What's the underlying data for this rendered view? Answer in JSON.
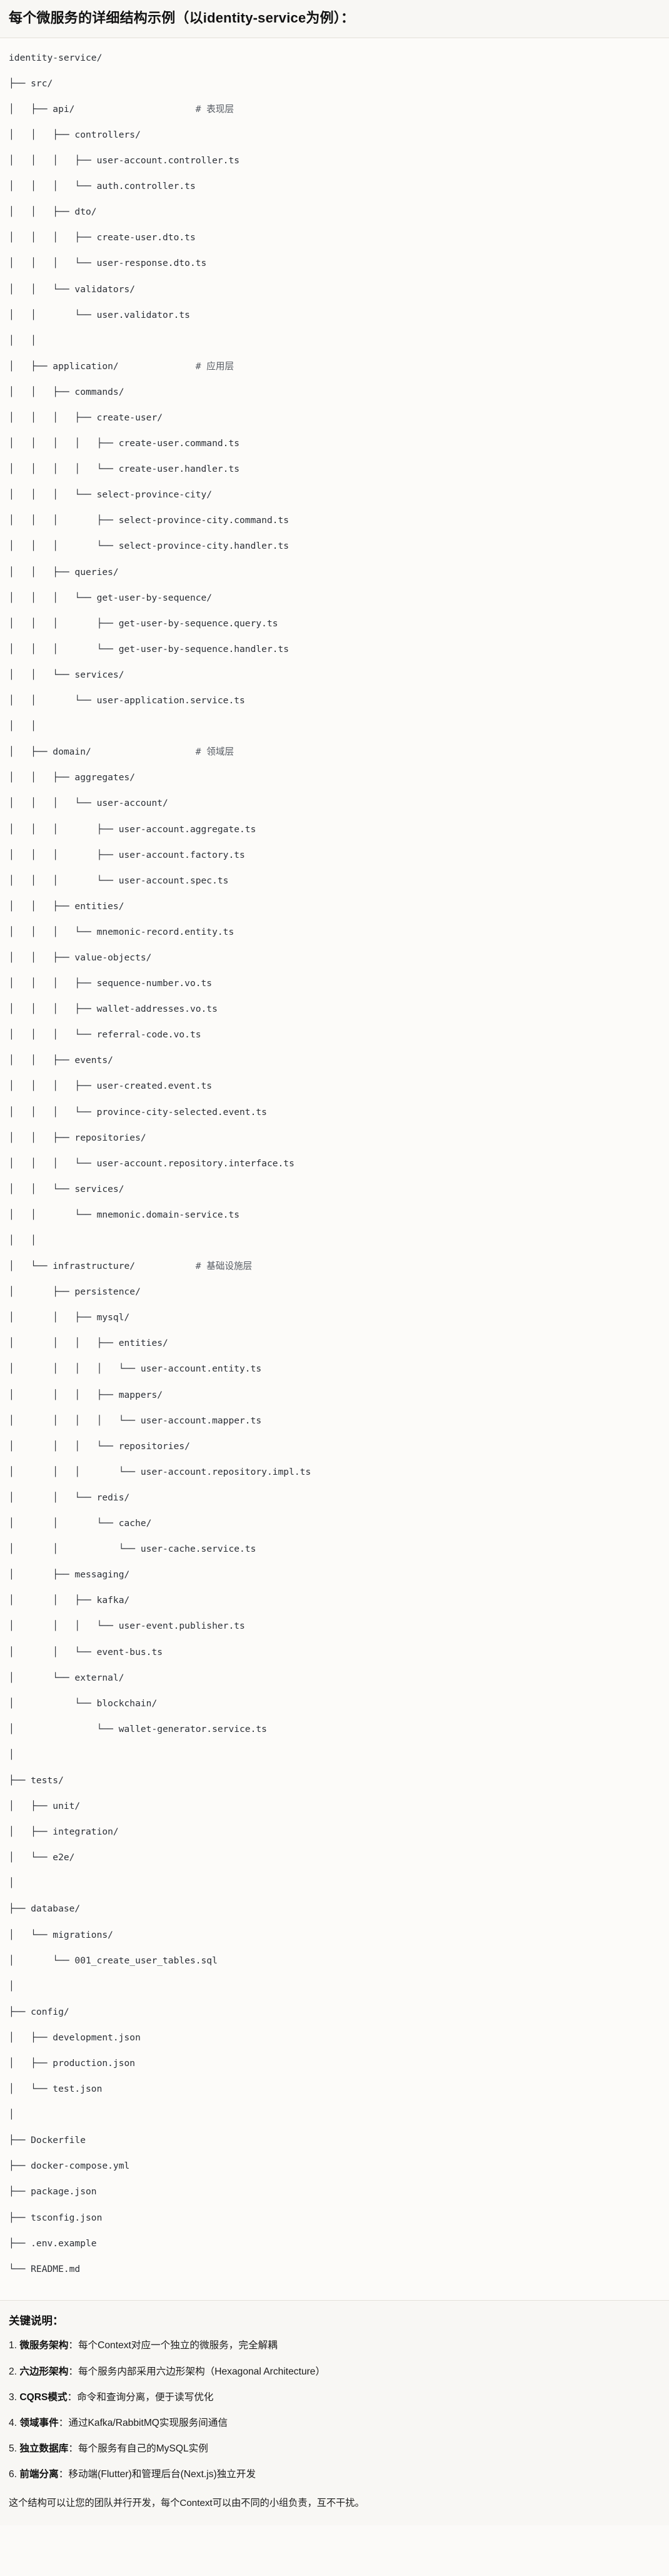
{
  "header": {
    "title": "每个微服务的详细结构示例（以identity-service为例）："
  },
  "tree": {
    "root": "identity-service/",
    "lines": [
      {
        "text": "identity-service/",
        "comment": ""
      },
      {
        "text": "├── src/",
        "comment": ""
      },
      {
        "text": "│   ├── api/",
        "comment": "# 表现层"
      },
      {
        "text": "│   │   ├── controllers/",
        "comment": ""
      },
      {
        "text": "│   │   │   ├── user-account.controller.ts",
        "comment": ""
      },
      {
        "text": "│   │   │   └── auth.controller.ts",
        "comment": ""
      },
      {
        "text": "│   │   ├── dto/",
        "comment": ""
      },
      {
        "text": "│   │   │   ├── create-user.dto.ts",
        "comment": ""
      },
      {
        "text": "│   │   │   └── user-response.dto.ts",
        "comment": ""
      },
      {
        "text": "│   │   └── validators/",
        "comment": ""
      },
      {
        "text": "│   │       └── user.validator.ts",
        "comment": ""
      },
      {
        "text": "│   │",
        "comment": ""
      },
      {
        "text": "│   ├── application/",
        "comment": "# 应用层"
      },
      {
        "text": "│   │   ├── commands/",
        "comment": ""
      },
      {
        "text": "│   │   │   ├── create-user/",
        "comment": ""
      },
      {
        "text": "│   │   │   │   ├── create-user.command.ts",
        "comment": ""
      },
      {
        "text": "│   │   │   │   └── create-user.handler.ts",
        "comment": ""
      },
      {
        "text": "│   │   │   └── select-province-city/",
        "comment": ""
      },
      {
        "text": "│   │   │       ├── select-province-city.command.ts",
        "comment": ""
      },
      {
        "text": "│   │   │       └── select-province-city.handler.ts",
        "comment": ""
      },
      {
        "text": "│   │   ├── queries/",
        "comment": ""
      },
      {
        "text": "│   │   │   └── get-user-by-sequence/",
        "comment": ""
      },
      {
        "text": "│   │   │       ├── get-user-by-sequence.query.ts",
        "comment": ""
      },
      {
        "text": "│   │   │       └── get-user-by-sequence.handler.ts",
        "comment": ""
      },
      {
        "text": "│   │   └── services/",
        "comment": ""
      },
      {
        "text": "│   │       └── user-application.service.ts",
        "comment": ""
      },
      {
        "text": "│   │",
        "comment": ""
      },
      {
        "text": "│   ├── domain/",
        "comment": "# 领域层"
      },
      {
        "text": "│   │   ├── aggregates/",
        "comment": ""
      },
      {
        "text": "│   │   │   └── user-account/",
        "comment": ""
      },
      {
        "text": "│   │   │       ├── user-account.aggregate.ts",
        "comment": ""
      },
      {
        "text": "│   │   │       ├── user-account.factory.ts",
        "comment": ""
      },
      {
        "text": "│   │   │       └── user-account.spec.ts",
        "comment": ""
      },
      {
        "text": "│   │   ├── entities/",
        "comment": ""
      },
      {
        "text": "│   │   │   └── mnemonic-record.entity.ts",
        "comment": ""
      },
      {
        "text": "│   │   ├── value-objects/",
        "comment": ""
      },
      {
        "text": "│   │   │   ├── sequence-number.vo.ts",
        "comment": ""
      },
      {
        "text": "│   │   │   ├── wallet-addresses.vo.ts",
        "comment": ""
      },
      {
        "text": "│   │   │   └── referral-code.vo.ts",
        "comment": ""
      },
      {
        "text": "│   │   ├── events/",
        "comment": ""
      },
      {
        "text": "│   │   │   ├── user-created.event.ts",
        "comment": ""
      },
      {
        "text": "│   │   │   └── province-city-selected.event.ts",
        "comment": ""
      },
      {
        "text": "│   │   ├── repositories/",
        "comment": ""
      },
      {
        "text": "│   │   │   └── user-account.repository.interface.ts",
        "comment": ""
      },
      {
        "text": "│   │   └── services/",
        "comment": ""
      },
      {
        "text": "│   │       └── mnemonic.domain-service.ts",
        "comment": ""
      },
      {
        "text": "│   │",
        "comment": ""
      },
      {
        "text": "│   └── infrastructure/",
        "comment": "# 基础设施层"
      },
      {
        "text": "│       ├── persistence/",
        "comment": ""
      },
      {
        "text": "│       │   ├── mysql/",
        "comment": ""
      },
      {
        "text": "│       │   │   ├── entities/",
        "comment": ""
      },
      {
        "text": "│       │   │   │   └── user-account.entity.ts",
        "comment": ""
      },
      {
        "text": "│       │   │   ├── mappers/",
        "comment": ""
      },
      {
        "text": "│       │   │   │   └── user-account.mapper.ts",
        "comment": ""
      },
      {
        "text": "│       │   │   └── repositories/",
        "comment": ""
      },
      {
        "text": "│       │   │       └── user-account.repository.impl.ts",
        "comment": ""
      },
      {
        "text": "│       │   └── redis/",
        "comment": ""
      },
      {
        "text": "│       │       └── cache/",
        "comment": ""
      },
      {
        "text": "│       │           └── user-cache.service.ts",
        "comment": ""
      },
      {
        "text": "│       ├── messaging/",
        "comment": ""
      },
      {
        "text": "│       │   ├── kafka/",
        "comment": ""
      },
      {
        "text": "│       │   │   └── user-event.publisher.ts",
        "comment": ""
      },
      {
        "text": "│       │   └── event-bus.ts",
        "comment": ""
      },
      {
        "text": "│       └── external/",
        "comment": ""
      },
      {
        "text": "│           └── blockchain/",
        "comment": ""
      },
      {
        "text": "│               └── wallet-generator.service.ts",
        "comment": ""
      },
      {
        "text": "│",
        "comment": ""
      },
      {
        "text": "├── tests/",
        "comment": ""
      },
      {
        "text": "│   ├── unit/",
        "comment": ""
      },
      {
        "text": "│   ├── integration/",
        "comment": ""
      },
      {
        "text": "│   └── e2e/",
        "comment": ""
      },
      {
        "text": "│",
        "comment": ""
      },
      {
        "text": "├── database/",
        "comment": ""
      },
      {
        "text": "│   └── migrations/",
        "comment": ""
      },
      {
        "text": "│       └── 001_create_user_tables.sql",
        "comment": ""
      },
      {
        "text": "│",
        "comment": ""
      },
      {
        "text": "├── config/",
        "comment": ""
      },
      {
        "text": "│   ├── development.json",
        "comment": ""
      },
      {
        "text": "│   ├── production.json",
        "comment": ""
      },
      {
        "text": "│   └── test.json",
        "comment": ""
      },
      {
        "text": "│",
        "comment": ""
      },
      {
        "text": "├── Dockerfile",
        "comment": ""
      },
      {
        "text": "├── docker-compose.yml",
        "comment": ""
      },
      {
        "text": "├── package.json",
        "comment": ""
      },
      {
        "text": "├── tsconfig.json",
        "comment": ""
      },
      {
        "text": "├── .env.example",
        "comment": ""
      },
      {
        "text": "└── README.md",
        "comment": ""
      }
    ],
    "comment_column": 34
  },
  "notes": {
    "title": "关键说明：",
    "items": [
      {
        "index": "1.",
        "term": "微服务架构",
        "sep": "：",
        "desc": "每个Context对应一个独立的微服务，完全解耦"
      },
      {
        "index": "2.",
        "term": "六边形架构",
        "sep": "：",
        "desc": "每个服务内部采用六边形架构（Hexagonal Architecture）"
      },
      {
        "index": "3.",
        "term": "CQRS模式",
        "sep": "：",
        "desc": "命令和查询分离，便于读写优化"
      },
      {
        "index": "4.",
        "term": "领域事件",
        "sep": "：",
        "desc": "通过Kafka/RabbitMQ实现服务间通信"
      },
      {
        "index": "5.",
        "term": "独立数据库",
        "sep": "：",
        "desc": "每个服务有自己的MySQL实例"
      },
      {
        "index": "6.",
        "term": "前端分离",
        "sep": "：",
        "desc": "移动端(Flutter)和管理后台(Next.js)独立开发"
      }
    ],
    "closing": "这个结构可以让您的团队并行开发，每个Context可以由不同的小组负责，互不干扰。"
  },
  "colors": {
    "page_background": "#fbfaf8",
    "header_background": "#f8f7f4",
    "code_background": "#fcfbf9",
    "text": "#1c1c1c",
    "code_text": "#2b2f36",
    "comment_text": "#565b63",
    "rule": "#e3e0da"
  }
}
